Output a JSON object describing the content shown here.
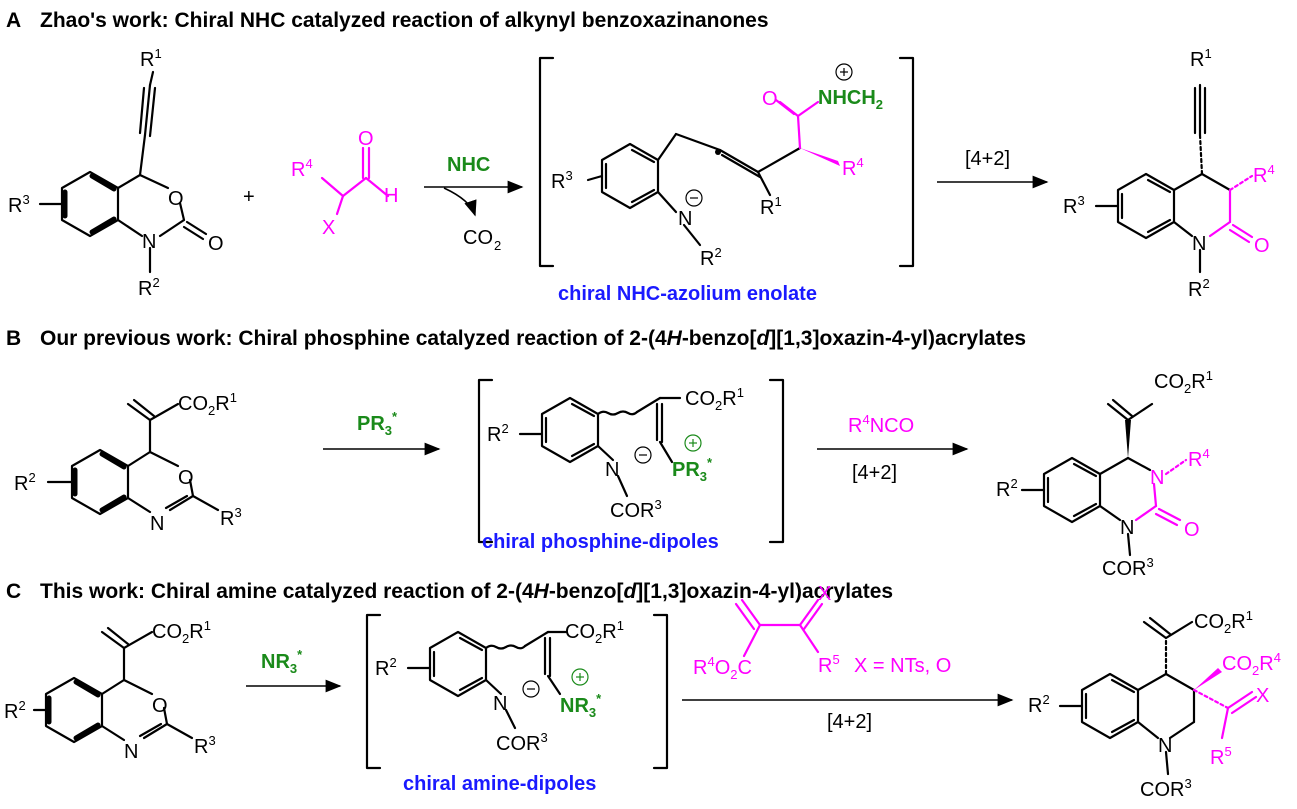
{
  "panels": {
    "a": {
      "letter": "A",
      "title": "Zhao's work: Chiral NHC catalyzed reaction of alkynyl benzoxazinanones",
      "reagent_plus": "+",
      "catalyst": "NHC",
      "byproduct": "CO",
      "intermediate_label": "chiral NHC-azolium enolate",
      "step2_label": "[4+2]"
    },
    "b": {
      "letter": "B",
      "title_prefix": "Our previous work: Chiral phosphine catalyzed reaction of 2-(4",
      "title_italic_h": "H",
      "title_mid": "-benzo[",
      "title_italic_d": "d",
      "title_suffix": "][1,3]oxazin-4-yl)acrylates",
      "catalyst": "PR",
      "reagent": "NCO",
      "step2_label": "[4+2]",
      "intermediate_label": "chiral phosphine-dipoles"
    },
    "c": {
      "letter": "C",
      "title_prefix": "This work: Chiral amine catalyzed reaction of 2-(4",
      "title_italic_h": "H",
      "title_mid": "-benzo[",
      "title_italic_d": "d",
      "title_suffix": "][1,3]oxazin-4-yl)acrylates",
      "catalyst": "NR",
      "x_definition": "X = NTs, O",
      "step2_label": "[4+2]",
      "intermediate_label": "chiral amine-dipoles"
    }
  },
  "colors": {
    "reagent": "#ff00ff",
    "catalyst": "#1a8a1a",
    "label": "#1a1aff"
  }
}
